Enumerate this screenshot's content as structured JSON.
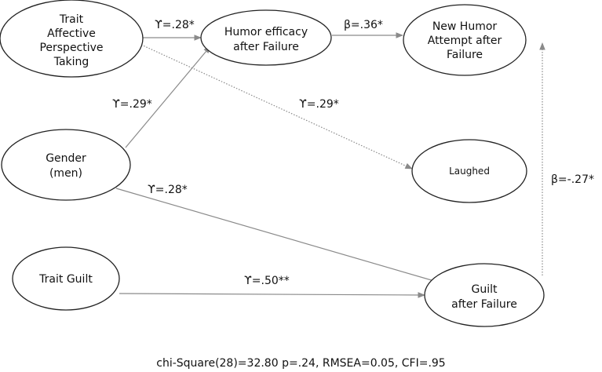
{
  "nodes": {
    "trait_apt": [
      "Trait",
      "Affective",
      "Perspective",
      "Taking"
    ],
    "humor_efficacy": [
      "Humor efficacy",
      "after Failure"
    ],
    "new_humor": [
      "New Humor",
      "Attempt after",
      "Failure"
    ],
    "gender": [
      "Gender",
      "(men)"
    ],
    "laughed": [
      "Laughed"
    ],
    "trait_guilt": [
      "Trait Guilt"
    ],
    "guilt": [
      "Guilt",
      "after Failure"
    ]
  },
  "paths": {
    "apt_to_efficacy": "ϒ=.28*",
    "efficacy_to_new": "β=.36*",
    "gender_to_efficacy": "ϒ=.29*",
    "apt_to_laughed": "ϒ=.29*",
    "gender_to_guilt": "ϒ=.28*",
    "guilt_to_new": "β=-.27*",
    "traitguilt_to_guilt": "ϒ=.50**"
  },
  "fit_stats": "chi-Square(28)=32.80 p=.24, RMSEA=0.05, CFI=.95"
}
